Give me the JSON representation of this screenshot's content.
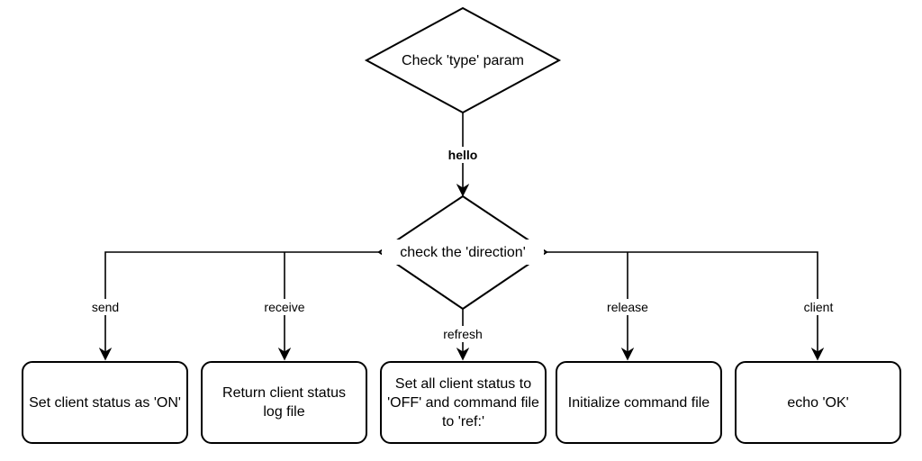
{
  "nodes": {
    "check_type": "Check 'type' param",
    "check_direction": "check the 'direction'",
    "send_box": "Set client status as 'ON'",
    "receive_box": "Return client status log file",
    "refresh_box": "Set all client status to 'OFF' and command file to 'ref:'",
    "release_box": "Initialize command file",
    "client_box": "echo 'OK'"
  },
  "edges": {
    "hello": "hello",
    "send": "send",
    "receive": "receive",
    "refresh": "refresh",
    "release": "release",
    "client": "client"
  }
}
